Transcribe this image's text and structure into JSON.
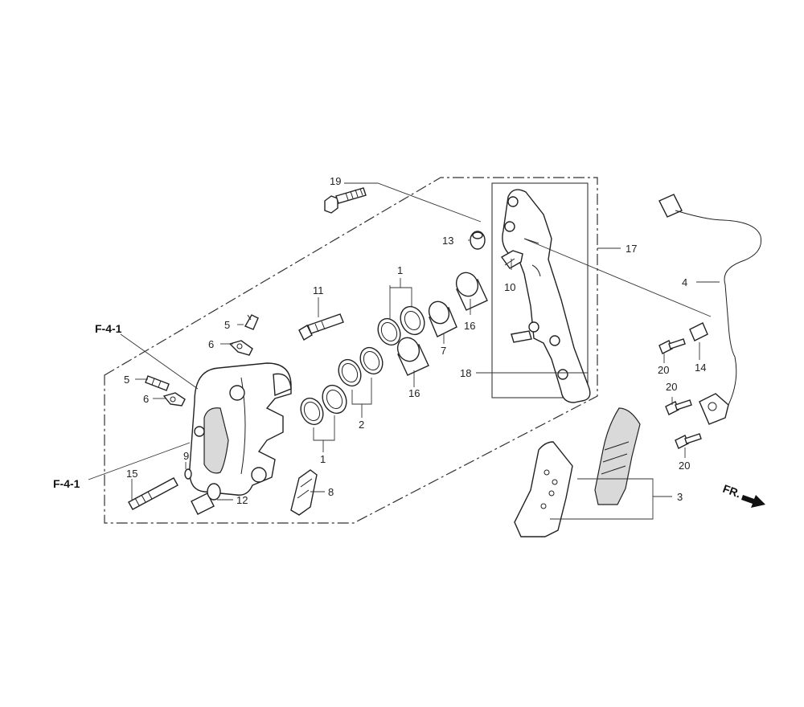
{
  "callouts": {
    "c1_top": "1",
    "c1_bottom": "1",
    "c2": "2",
    "c3": "3",
    "c4": "4",
    "c5_top": "5",
    "c5_bottom": "5",
    "c6_top": "6",
    "c6_bottom": "6",
    "c7": "7",
    "c8": "8",
    "c9": "9",
    "c10": "10",
    "c11": "11",
    "c12": "12",
    "c13": "13",
    "c14": "14",
    "c15": "15",
    "c16_top": "16",
    "c16_bottom": "16",
    "c17": "17",
    "c18": "18",
    "c19": "19",
    "c20_a": "20",
    "c20_b": "20",
    "c20_c": "20"
  },
  "references": {
    "ref_top": "F-4-1",
    "ref_bottom": "F-4-1"
  },
  "direction": {
    "label": "FR."
  }
}
